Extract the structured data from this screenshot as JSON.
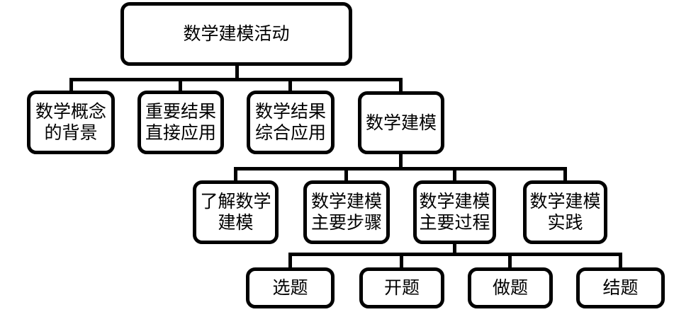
{
  "diagram": {
    "type": "tree",
    "background_color": "#ffffff",
    "line_color": "#000000",
    "text_color": "#000000",
    "root": {
      "label": "数学建模活动"
    },
    "level2": [
      {
        "label": "数学概念\n的背景"
      },
      {
        "label": "重要结果\n直接应用"
      },
      {
        "label": "数学结果\n综合应用"
      },
      {
        "label": "数学建模"
      }
    ],
    "level3": [
      {
        "label": "了解数学\n建模"
      },
      {
        "label": "数学建模\n主要步骤"
      },
      {
        "label": "数学建模\n主要过程"
      },
      {
        "label": "数学建模\n实践"
      }
    ],
    "level4": [
      {
        "label": "选题"
      },
      {
        "label": "开题"
      },
      {
        "label": "做题"
      },
      {
        "label": "结题"
      }
    ]
  }
}
